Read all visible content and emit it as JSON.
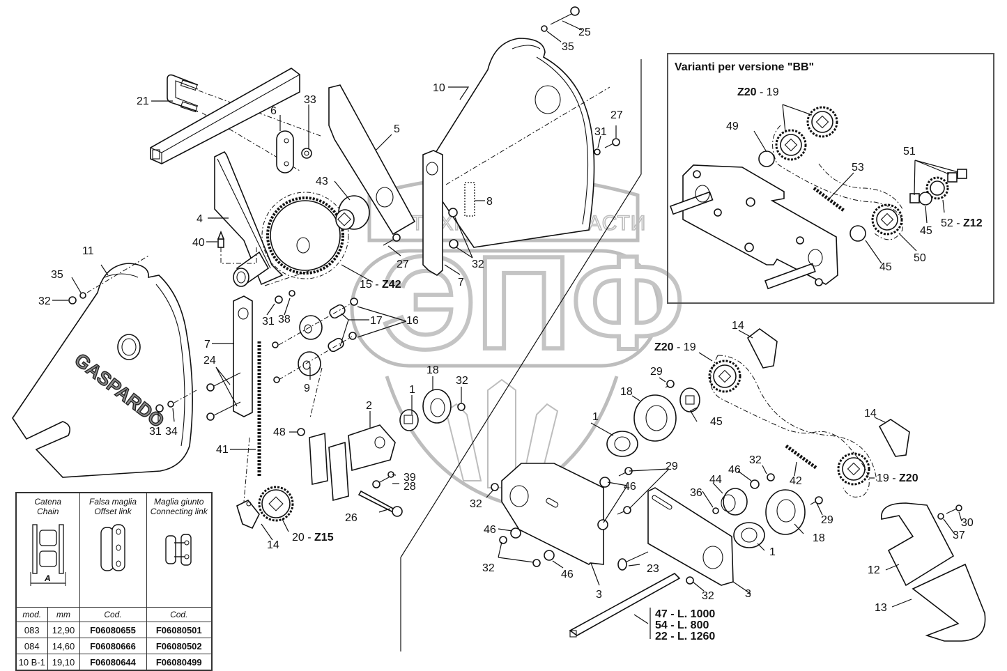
{
  "diagram": {
    "title": "Exploded parts diagram - chain drive transmission",
    "brand_on_cover": "GASPARDO",
    "watermark": {
      "top_text_left": "ТЕХНИКА",
      "top_text_right": "ЗАПЧАСТИ",
      "big_text": "ЭПФ",
      "gear_icon": "gear-icon"
    },
    "callouts": {
      "c1a": "1",
      "c1b": "1",
      "c1c": "1",
      "c2": "2",
      "c3a": "3",
      "c3b": "3",
      "c4": "4",
      "c5": "5",
      "c6": "6",
      "c7a": "7",
      "c7b": "7",
      "c8": "8",
      "c9": "9",
      "c10": "10",
      "c11": "11",
      "c12": "12",
      "c13": "13",
      "c14a": "14",
      "c14b": "14",
      "c14c": "14",
      "c15": "15 - ",
      "c15z": "Z42",
      "c16": "16",
      "c17": "17",
      "c18a": "18",
      "c18b": "18",
      "c18c": "18",
      "c19a_z": "Z20",
      "c19a": " - 19",
      "c19b": "19 - ",
      "c19b_z": "Z20",
      "c20": "20 - ",
      "c20z": "Z15",
      "c21": "21",
      "c23": "23",
      "c24": "24",
      "c25": "25",
      "c26": "26",
      "c27a": "27",
      "c27b": "27",
      "c28": "28",
      "c29a": "29",
      "c29b": "29",
      "c29c": "29",
      "c30": "30",
      "c31a": "31",
      "c31b": "31",
      "c31c": "31",
      "c32a": "32",
      "c32b": "32",
      "c32c": "32",
      "c32d": "32",
      "c32e": "32",
      "c32f": "32",
      "c32g": "32",
      "c33": "33",
      "c34": "34",
      "c35a": "35",
      "c35b": "35",
      "c36": "36",
      "c37": "37",
      "c38": "38",
      "c39": "39",
      "c40": "40",
      "c41": "41",
      "c42": "42",
      "c43": "43",
      "c44": "44",
      "c45": "45",
      "c46a": "46",
      "c46b": "46",
      "c46c": "46",
      "c46d": "46",
      "c48": "48"
    },
    "shaft_variants": [
      {
        "code": "47",
        "length": "L. 1000",
        "text": "47 - L. 1000"
      },
      {
        "code": "54",
        "length": "L. 800",
        "text": "54 - L. 800"
      },
      {
        "code": "22",
        "length": "L. 1260",
        "text": "22 - L. 1260"
      }
    ]
  },
  "variant_box": {
    "title": "Varianti per versione \"BB\"",
    "callouts": {
      "z20_19_z": "Z20",
      "z20_19": " - 19",
      "c49": "49",
      "c53": "53",
      "c51": "51",
      "c45a": "45",
      "c45b": "45",
      "c50": "50",
      "c52": "52 - ",
      "c52z": "Z12"
    }
  },
  "chain_table": {
    "headers": {
      "chain_it": "Catena",
      "chain_en": "Chain",
      "dimension_label": "A",
      "offset_it": "Falsa maglia",
      "offset_en": "Offset link",
      "connecting_it": "Maglia giunto",
      "connecting_en": "Connecting link"
    },
    "subheaders": {
      "mod": "mod.",
      "mm": "mm",
      "cod1": "Cod.",
      "cod2": "Cod."
    },
    "rows": [
      {
        "mod": "083",
        "mm": "12,90",
        "offset_code": "F06080655",
        "connecting_code": "F06080501"
      },
      {
        "mod": "084",
        "mm": "14,60",
        "offset_code": "F06080666",
        "connecting_code": "F06080502"
      },
      {
        "mod": "10 B-1",
        "mm": "19,10",
        "offset_code": "F06080644",
        "connecting_code": "F06080499"
      }
    ]
  }
}
